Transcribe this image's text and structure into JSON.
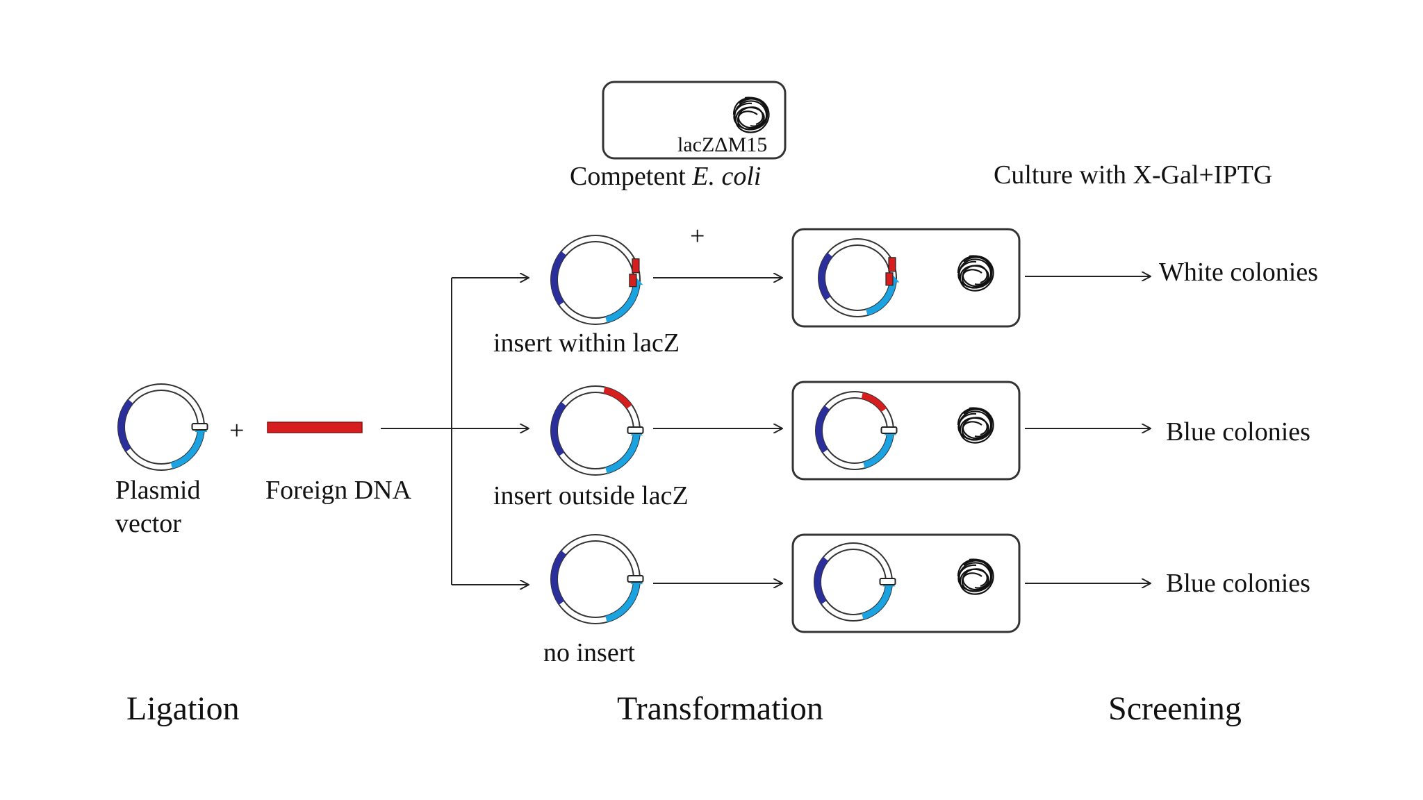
{
  "colors": {
    "blue_segment": "#2b2f9c",
    "lacz_segment": "#1aa3e0",
    "insert": "#d71e1e",
    "outline": "#333333",
    "background": "#ffffff"
  },
  "top": {
    "cell_genotype": "lacZΔM15",
    "competent_prefix": "Competent ",
    "competent_species": "E. coli",
    "culture_label": "Culture with X-Gal+IPTG"
  },
  "ligation": {
    "plasmid_line1": "Plasmid",
    "plasmid_line2": "vector",
    "foreign_dna": "Foreign DNA"
  },
  "transformation": {
    "plus_sign": "+",
    "products": [
      {
        "label": "insert within lacZ",
        "result": "White colonies"
      },
      {
        "label": "insert outside lacZ",
        "result": "Blue colonies"
      },
      {
        "label": "no insert",
        "result": "Blue colonies"
      }
    ]
  },
  "stages": [
    "Ligation",
    "Transformation",
    "Screening"
  ],
  "icons": [
    "plasmid-icon",
    "chromosome-icon",
    "arrow-icon",
    "cell-icon"
  ]
}
